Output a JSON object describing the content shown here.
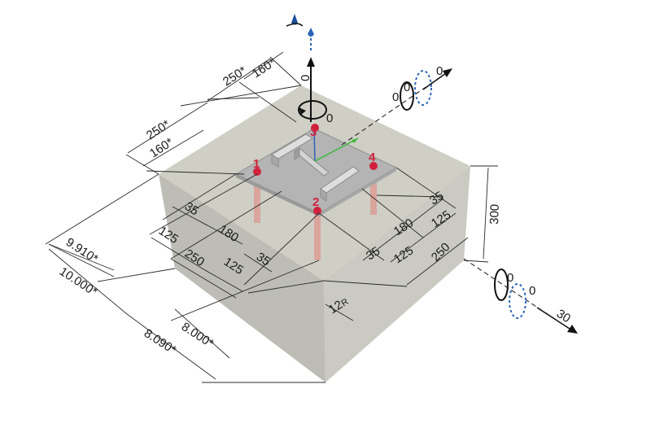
{
  "dimensions": {
    "top_250_a": "250*",
    "top_160_a": "160*",
    "left_250": "250*",
    "left_160": "160*",
    "fl_35": "35",
    "fl_180": "180",
    "fl_125_a": "125",
    "fl_125_b": "125",
    "fl_250": "250",
    "fl_35_b": "35",
    "fr_35": "35",
    "fr_180": "180",
    "fr_125": "125",
    "fr_250": "250",
    "fr_35_b": "35",
    "fr_125_b": "125",
    "height_300": "300",
    "diag_9910": "9.910*",
    "diag_10000": "10.000*",
    "diag_8090": "8.090*",
    "diag_8000": "8.000*",
    "radius_12": "12",
    "radius_suffix": "R"
  },
  "bolts": [
    "1",
    "2",
    "3",
    "4"
  ],
  "loads": {
    "vertical": "0",
    "moment_top": "0",
    "axis_right_top": "0",
    "moment_right_top_a": "0",
    "moment_right_top_b": "0",
    "axis_right_bottom": "30",
    "moment_right_bottom_a": "0",
    "moment_right_bottom_b": "0"
  },
  "colors": {
    "block_top": "#cfcfc6",
    "block_left": "#babab2",
    "block_right": "#c9c9c1",
    "plate": "#b4b4b4",
    "bolt_red": "#d0223c",
    "rod": "#d9a59d",
    "axis_blue": "#2c64b8",
    "axis_green": "#38b838",
    "dim_line": "#2a2a2a"
  }
}
